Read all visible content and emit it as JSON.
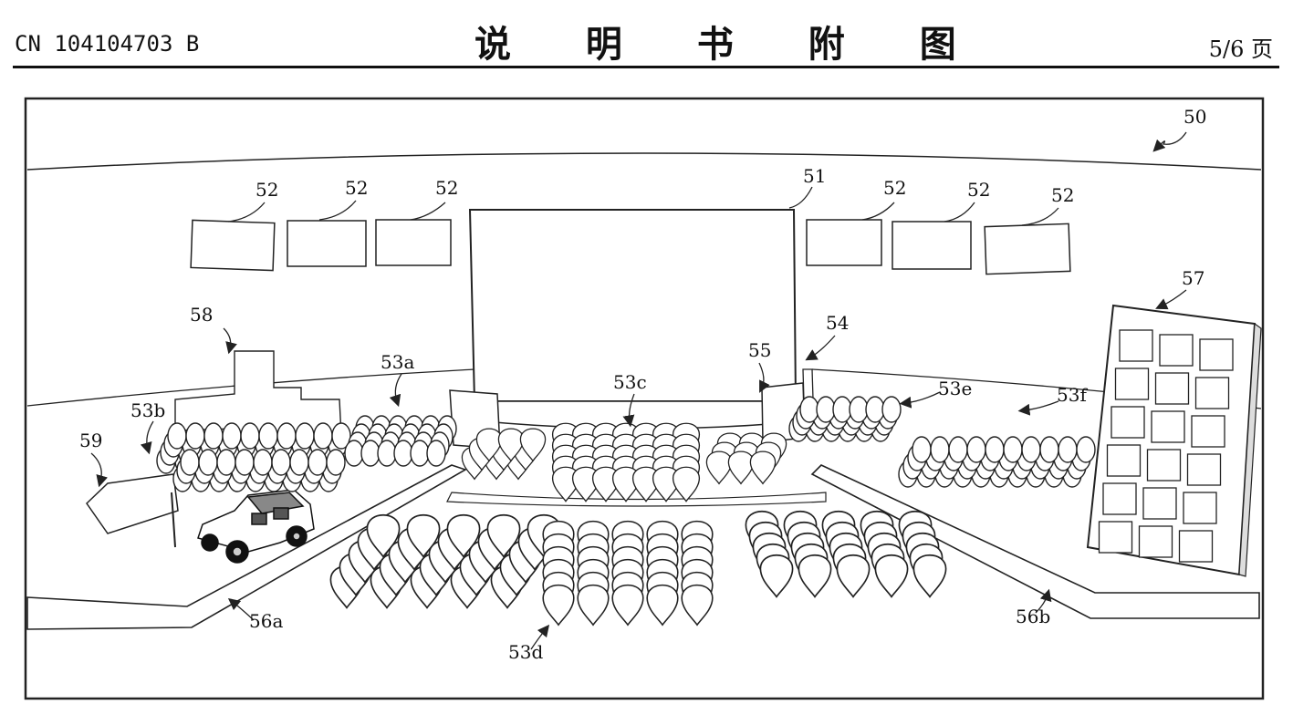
{
  "header": {
    "publication_number": "CN 104104703 B",
    "title": "说 明 书 附 图",
    "page": "5/6 页"
  },
  "figure": {
    "labels": {
      "venue": "50",
      "main_screen": "51",
      "side_screens": [
        "52",
        "52",
        "52",
        "52",
        "52",
        "52"
      ],
      "seats_a": "53a",
      "seats_b": "53b",
      "seats_c": "53c",
      "seats_d": "53d",
      "seats_e": "53e",
      "seats_f": "53f",
      "pillar_54": "54",
      "pillar_55": "55",
      "stage_left": "56a",
      "stage_right": "56b",
      "grid_display": "57",
      "cross_object": "58",
      "sign_object": "59"
    }
  }
}
